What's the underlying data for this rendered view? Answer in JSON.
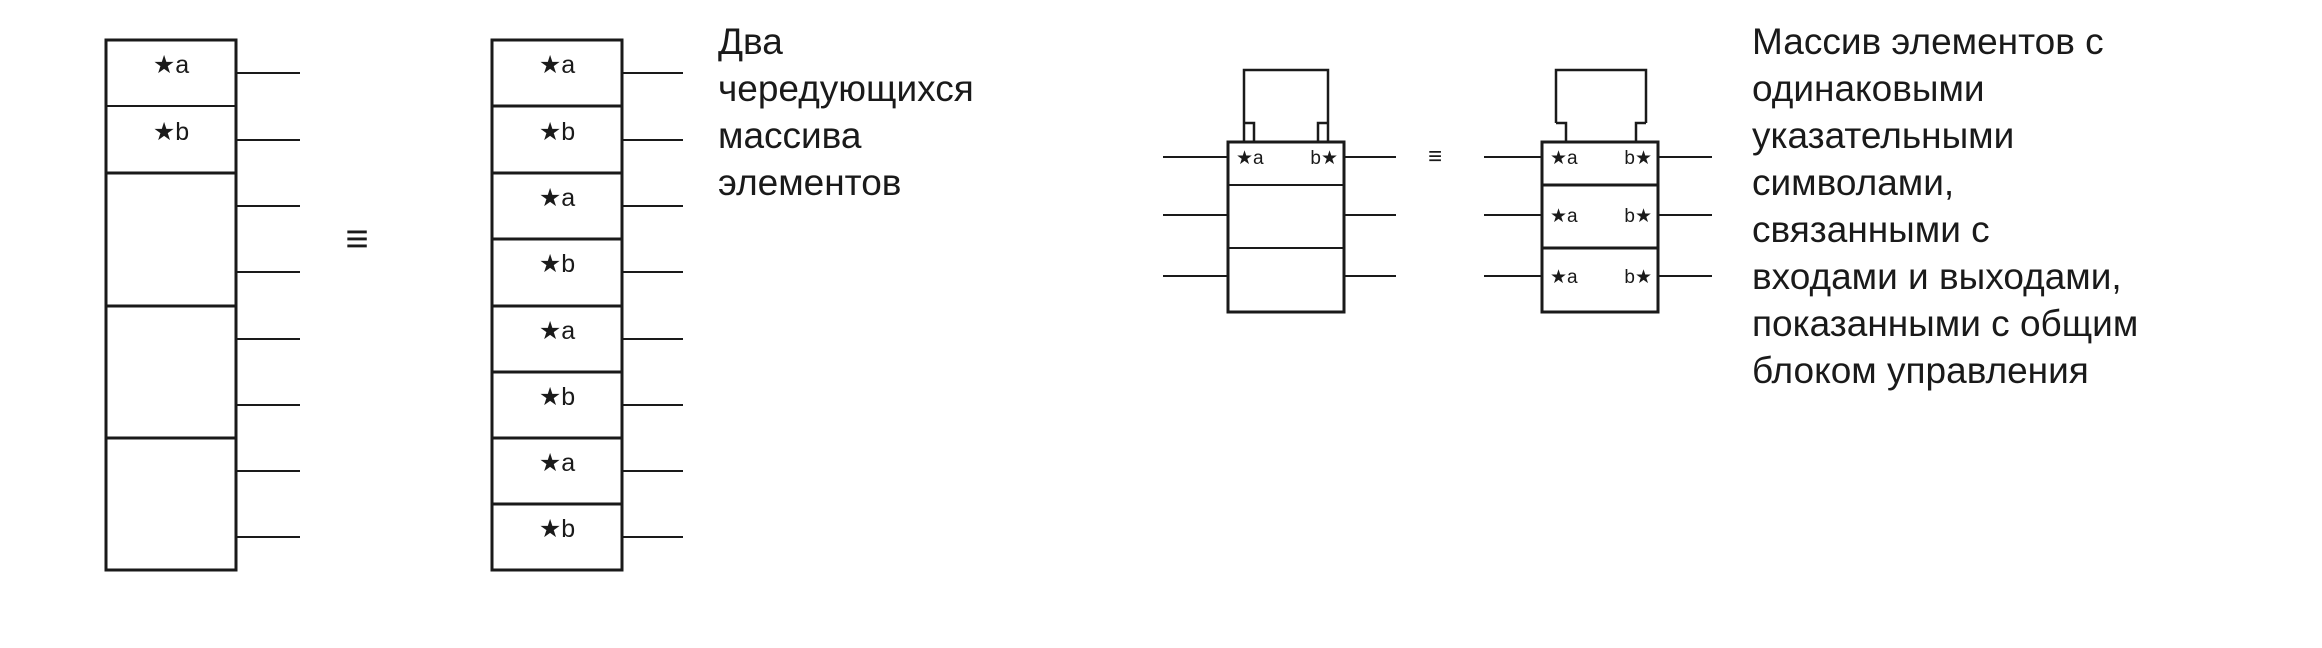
{
  "left_figure": {
    "first_array_labels": [
      "★a",
      "★b"
    ],
    "expanded_array_labels": [
      "★a",
      "★b",
      "★a",
      "★b",
      "★a",
      "★b",
      "★a",
      "★b"
    ],
    "equivalence_symbol": "≡",
    "caption_lines": [
      "Два",
      "чередующихся",
      "массива",
      "элементов"
    ]
  },
  "right_figure": {
    "input_label": "★a",
    "output_label": "b★",
    "equivalence_symbol": "≡",
    "expanded_rows": [
      {
        "input_label": "★a",
        "output_label": "b★"
      },
      {
        "input_label": "★a",
        "output_label": "b★"
      },
      {
        "input_label": "★a",
        "output_label": "b★"
      }
    ],
    "caption_lines": [
      "Массив элементов с",
      "одинаковыми",
      "указательными",
      "символами,",
      "связанными с",
      "входами и выходами,",
      "показанными с общим",
      "блоком управления"
    ]
  }
}
